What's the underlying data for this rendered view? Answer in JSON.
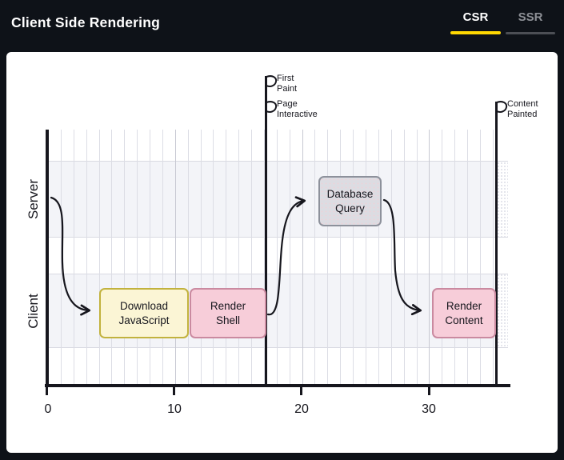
{
  "header": {
    "title": "Client Side Rendering",
    "tabs": [
      {
        "label": "CSR",
        "active": true
      },
      {
        "label": "SSR",
        "active": false
      }
    ]
  },
  "chart_data": {
    "type": "timeline",
    "title": "Client Side Rendering",
    "lanes": [
      "Server",
      "Client"
    ],
    "xlim": [
      0,
      36.5
    ],
    "x_ticks": [
      0,
      10,
      20,
      30
    ],
    "grid": true,
    "events": [
      {
        "label": "Download JavaScript",
        "lane": "Client",
        "start": 4,
        "end": 11.1,
        "color": "yellow"
      },
      {
        "label": "Render Shell",
        "lane": "Client",
        "start": 11.1,
        "end": 17.2,
        "color": "pink"
      },
      {
        "label": "Database Query",
        "lane": "Server",
        "start": 21.3,
        "end": 26.2,
        "color": "gray"
      },
      {
        "label": "Render Content",
        "lane": "Client",
        "start": 30.2,
        "end": 35.3,
        "color": "pink"
      }
    ],
    "markers": [
      {
        "label": "First Paint",
        "x": 17.2
      },
      {
        "label": "Page Interactive",
        "x": 17.2
      },
      {
        "label": "Content Painted",
        "x": 35.3
      }
    ],
    "arrows": [
      {
        "from": "server-start",
        "to": "Download JavaScript"
      },
      {
        "from": "Render Shell",
        "to": "Database Query"
      },
      {
        "from": "Database Query",
        "to": "Render Content"
      }
    ]
  },
  "colors": {
    "background": "#0e1218",
    "card": "#ffffff",
    "accent_yellow": "#ffd802",
    "tab_inactive_text": "#8d9096",
    "tab_inactive_underline": "#4c4f55",
    "ink": "#16161d",
    "band": "#f3f4f8",
    "grid": "#dcdde5",
    "yellow_box_fill": "#fbf5d5",
    "yellow_box_border": "#c2b23d",
    "pink_box_fill": "#f7cdd9",
    "pink_box_border": "#ca8aa0",
    "gray_box_fill": "#dcdce2",
    "gray_box_border": "#8d919b"
  }
}
